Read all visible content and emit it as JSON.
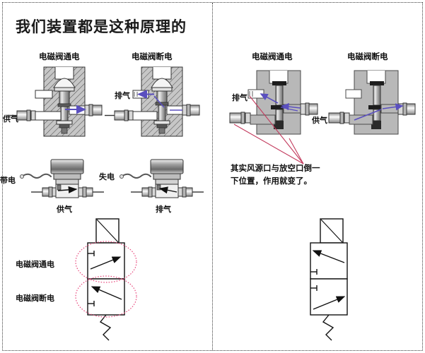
{
  "page": {
    "title": "我们装置都是这种原理的",
    "border_color": "#3a3a3a",
    "background": "#ffffff"
  },
  "colors": {
    "metal_body": "#b8b8b8",
    "metal_dark": "#6e6e6e",
    "metal_light": "#e8e8e8",
    "flow_arrow": "#5a4fbf",
    "annotation_red": "#c2395c",
    "highlight_ellipse": "#e8447a",
    "outline": "#1a1a1a"
  },
  "left_panel": {
    "name": "left-panel",
    "valve_section": {
      "valves": [
        {
          "caption": "电磁阀通电",
          "port_labels": [
            {
              "text": "供气"
            }
          ]
        },
        {
          "caption": "电磁阀断电",
          "port_labels": [
            {
              "text": "排气"
            }
          ]
        }
      ]
    },
    "actuator_section": {
      "actuators": [
        {
          "state_label": "带电",
          "bottom_label": "供气"
        },
        {
          "state_label": "失电",
          "bottom_label": "排气"
        }
      ]
    },
    "schematic": {
      "position_labels": [
        {
          "text": "电磁阀通电"
        },
        {
          "text": "电磁阀断电"
        }
      ],
      "type": "3/2-way solenoid valve, spring return"
    }
  },
  "right_panel": {
    "name": "right-panel",
    "valve_section": {
      "valves": [
        {
          "caption": "电磁阀通电",
          "port_labels": [
            {
              "text": "排气"
            }
          ]
        },
        {
          "caption": "电磁阀断电",
          "port_labels": [
            {
              "text": "供气"
            }
          ]
        }
      ]
    },
    "annotation": {
      "text": "其实风源口与放空口倒一\n下位置，作用就变了。"
    },
    "schematic": {
      "type": "3/2-way solenoid valve, spring return, ports reversed"
    }
  }
}
